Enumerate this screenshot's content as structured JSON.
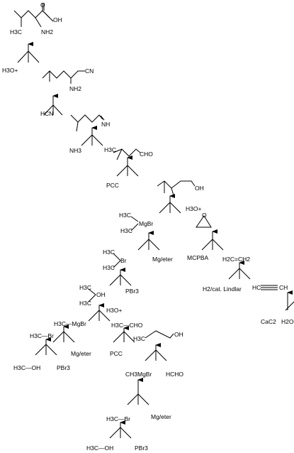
{
  "labels": {
    "leucine_oh": "OH",
    "leucine_h3c": "H3C",
    "leucine_nh2": "NH2",
    "leucine_o": "O",
    "h3o_1": "H3O+",
    "nitrile_cn": "CN",
    "nitrile_nh2": "NH2",
    "hcn": "HCN",
    "imine_nh": "NH",
    "nh3": "NH3",
    "aldehyde_h3c": "H3C",
    "aldehyde_cho": "CHO",
    "pcc_1": "PCC",
    "alcohol_oh": "OH",
    "grignard_1_h3c_top": "H3C",
    "grignard_1_mgbr": "MgBr",
    "grignard_1_h3c_bot": "H3C",
    "h3o_2": "H3O+",
    "epoxide_o": "O",
    "mg_eter_1": "Mg/eter",
    "mcpba": "MCPBA",
    "ethylene": "H2C=CH2",
    "bromide_1_h3c_top": "H3C",
    "bromide_1_br": "Br",
    "bromide_1_h3c_bot": "H3C",
    "pbr3_1": "PBr3",
    "lindlar": "H2/cat. Lindlar",
    "acetylene_hc": "HC",
    "acetylene_ch": "CH",
    "isopropanol_h3c_top": "H3C",
    "isopropanol_oh": "OH",
    "isopropanol_h3c_bot": "H3C",
    "h3o_3": "H3O+",
    "cac2": "CaC2",
    "h2o": "H2O",
    "methylmgbr_1": "H3C—MgBr",
    "acetaldehyde": "H3C—CHO",
    "ethanol_h3c": "H3C",
    "ethanol_oh": "OH",
    "mebr_1": "H3C—Br",
    "mg_eter_2": "Mg/eter",
    "pcc_2": "PCC",
    "ch3mgbr": "CH3MgBr",
    "hcho": "HCHO",
    "methanol_1": "H3C—OH",
    "pbr3_2": "PBr3",
    "mebr_2": "H3C—Br",
    "mg_eter_3": "Mg/eter",
    "methanol_2": "H3C—OH",
    "pbr3_3": "PBr3"
  }
}
